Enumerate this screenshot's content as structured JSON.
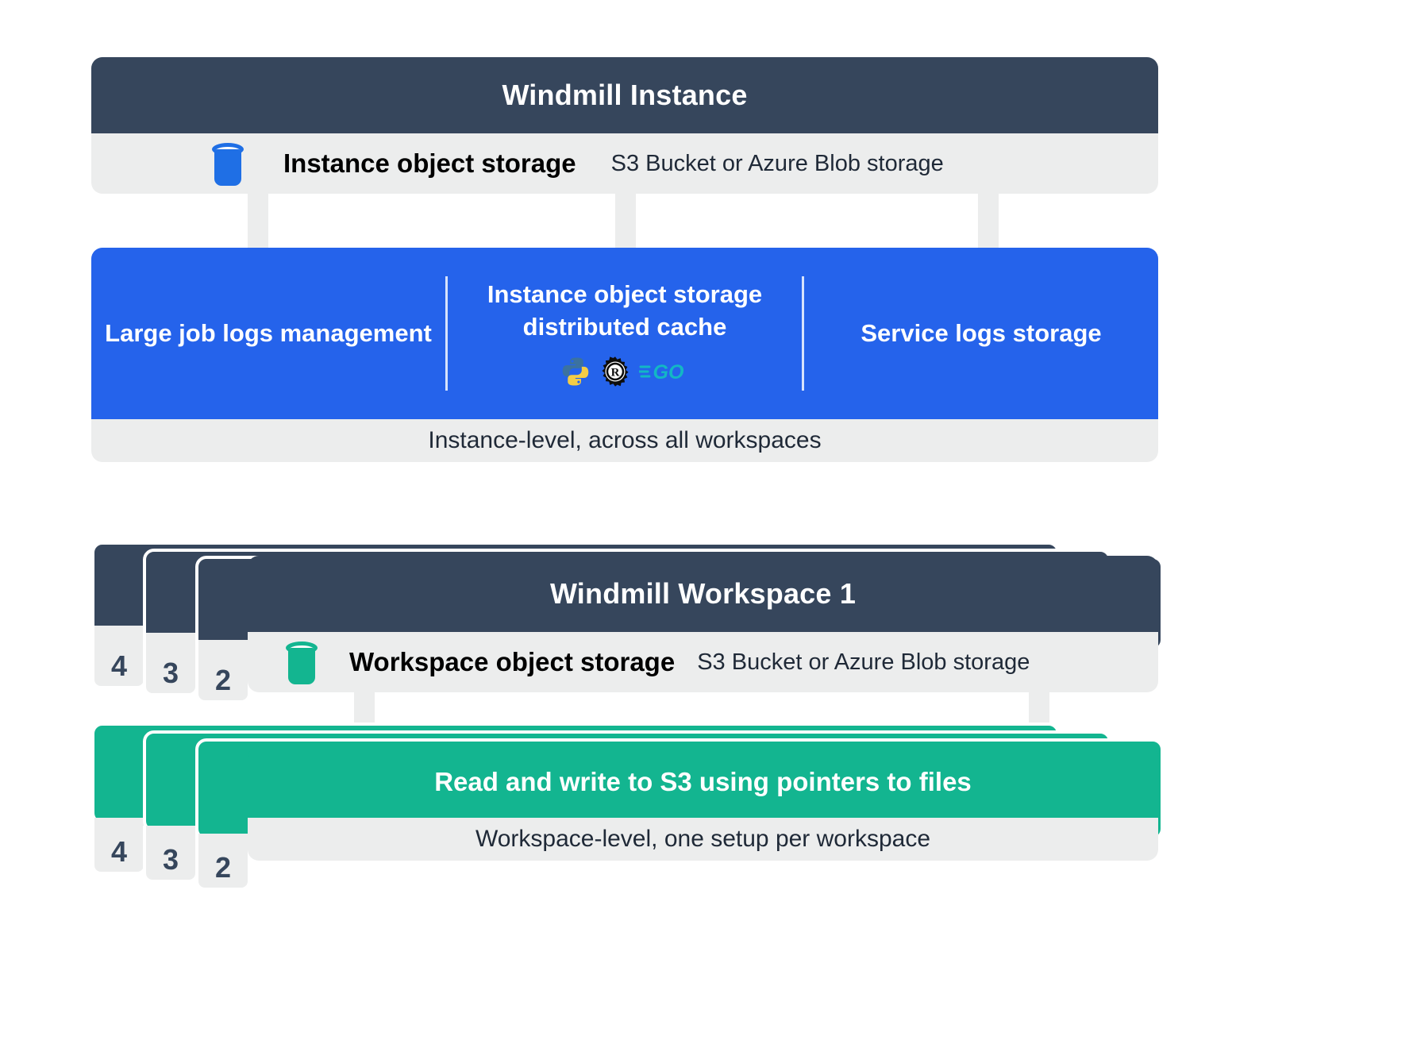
{
  "colors": {
    "navy": "#36465c",
    "blue": "#2563eb",
    "green": "#13b590",
    "grey": "#eceded",
    "white": "#ffffff"
  },
  "instance": {
    "title": "Windmill Instance",
    "storage": {
      "icon": "bucket-icon",
      "label": "Instance object storage",
      "sublabel": "S3 Bucket or Azure Blob storage"
    },
    "columns": [
      {
        "label": "Large job logs management",
        "icons": []
      },
      {
        "label": "Instance object storage distributed cache",
        "icons": [
          "python-icon",
          "rust-icon",
          "go-icon"
        ]
      },
      {
        "label": "Service logs storage",
        "icons": []
      }
    ],
    "footer": "Instance-level, across all workspaces"
  },
  "workspace": {
    "title": "Windmill Workspace 1",
    "stack_numbers": [
      "4",
      "3",
      "2"
    ],
    "storage": {
      "icon": "bucket-icon",
      "label": "Workspace object storage",
      "sublabel": "S3 Bucket or Azure Blob storage"
    },
    "green_panel": {
      "label": "Read and write to S3 using pointers to files",
      "stack_numbers": [
        "4",
        "3",
        "2"
      ]
    },
    "footer": "Workspace-level, one setup per workspace"
  }
}
